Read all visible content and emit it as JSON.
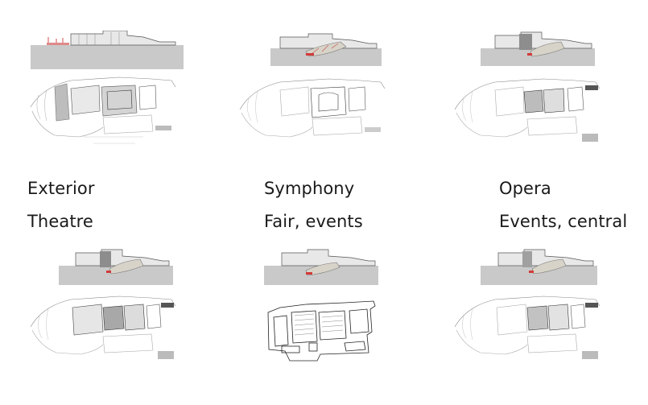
{
  "rows": [
    {
      "labels": [
        "Exterior",
        "Symphony",
        "Opera"
      ]
    },
    {
      "labels": [
        "Theatre",
        "Fair, events",
        "Events, central"
      ]
    }
  ],
  "panels": [
    {
      "id": "exterior",
      "highlight": "none",
      "stage_tint": "#9a9a9a"
    },
    {
      "id": "symphony",
      "highlight": "shell",
      "stage_tint": "#b4b4b4"
    },
    {
      "id": "opera",
      "highlight": "shell",
      "stage_tint": "#8d8d8d"
    },
    {
      "id": "theatre",
      "highlight": "shell",
      "stage_tint": "#8d8d8d"
    },
    {
      "id": "fair-events",
      "highlight": "flat-floor",
      "stage_tint": "#ffffff"
    },
    {
      "id": "events-central",
      "highlight": "shell",
      "stage_tint": "#a0a0a0"
    }
  ],
  "colors": {
    "section_base": "#c9c9c9",
    "line": "#444444",
    "light_line": "#9e9e9e",
    "accent_red": "#d23a3a",
    "shell_fill": "#d8d3c8"
  }
}
